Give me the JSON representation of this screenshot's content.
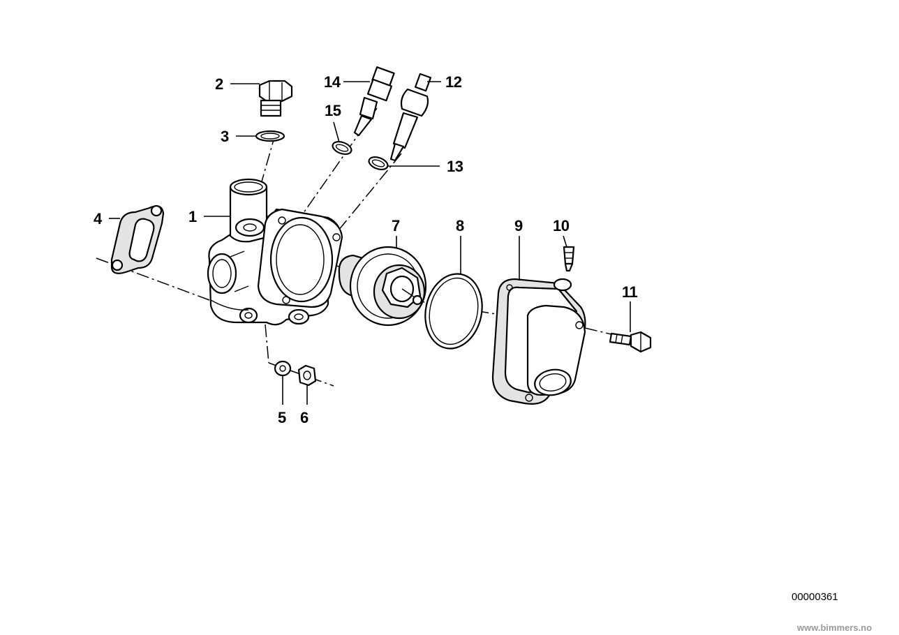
{
  "callouts": [
    {
      "id": "1",
      "text": "1"
    },
    {
      "id": "2",
      "text": "2"
    },
    {
      "id": "3",
      "text": "3"
    },
    {
      "id": "4",
      "text": "4"
    },
    {
      "id": "5",
      "text": "5"
    },
    {
      "id": "6",
      "text": "6"
    },
    {
      "id": "7",
      "text": "7"
    },
    {
      "id": "8",
      "text": "8"
    },
    {
      "id": "9",
      "text": "9"
    },
    {
      "id": "10",
      "text": "10"
    },
    {
      "id": "11",
      "text": "11"
    },
    {
      "id": "12",
      "text": "12"
    },
    {
      "id": "13",
      "text": "13"
    },
    {
      "id": "14",
      "text": "14"
    },
    {
      "id": "15",
      "text": "15"
    }
  ],
  "diagram_number": "00000361",
  "watermark": "www.bimmers.no"
}
